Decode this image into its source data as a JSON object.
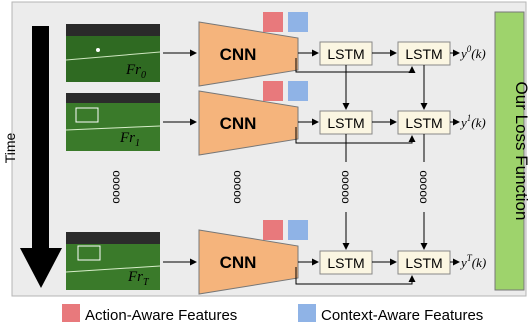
{
  "time_label": "Time",
  "cnn_label": "CNN",
  "lstm_label": "LSTM",
  "loss_label": "Our Loss Function",
  "ellipsis": "ooooo",
  "frames": [
    {
      "base": "Fr",
      "sub": "0"
    },
    {
      "base": "Fr",
      "sub": "1"
    },
    {
      "base": "Fr",
      "sub": "T"
    }
  ],
  "outputs": [
    {
      "base": "y",
      "sup": "0",
      "arg": "(k)"
    },
    {
      "base": "y",
      "sup": "1",
      "arg": "(k)"
    },
    {
      "base": "y",
      "sup": "T",
      "arg": "(k)"
    }
  ],
  "legend": [
    {
      "label": "Action-Aware Features",
      "color": "#e8797c"
    },
    {
      "label": "Context-Aware Features",
      "color": "#8fb3e6"
    }
  ],
  "colors": {
    "panel_bg": "#ececec",
    "cnn_fill": "#f5b47c",
    "lstm_fill": "#fbf6e2",
    "loss_fill": "#9ed36c",
    "pitch": "#3e7a2a",
    "arrow": "#000000"
  }
}
